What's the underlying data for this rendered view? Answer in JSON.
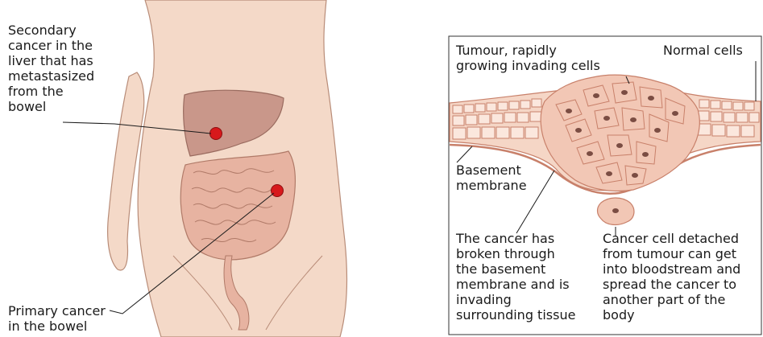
{
  "left_panel": {
    "secondary_label": [
      "Secondary",
      "cancer in the",
      "liver that has",
      "metastasized",
      "from the",
      "bowel"
    ],
    "primary_label": [
      "Primary cancer",
      "in the bowel"
    ]
  },
  "right_panel": {
    "tumour_label": [
      "Tumour, rapidly",
      "growing invading cells"
    ],
    "normal_label": [
      "Normal cells"
    ],
    "basement_label": [
      "Basement",
      "membrane"
    ],
    "broken_label": [
      "The cancer has",
      "broken through",
      "the basement",
      "membrane and is",
      "invading",
      "surrounding tissue"
    ],
    "detached_label": [
      "Cancer cell detached",
      "from tumour can get",
      "into bloodstream and",
      "spread the cancer to",
      "another part of the",
      "body"
    ]
  },
  "colors": {
    "skin": "#f4d9c8",
    "skin_outline": "#b88c78",
    "liver": "#c9978a",
    "intestine": "#e7b3a1",
    "tumour_dot": "#d7191c",
    "tissue": "#f5d6c6",
    "cell_wall": "#c8806a",
    "nucleus": "#7b4d43"
  }
}
